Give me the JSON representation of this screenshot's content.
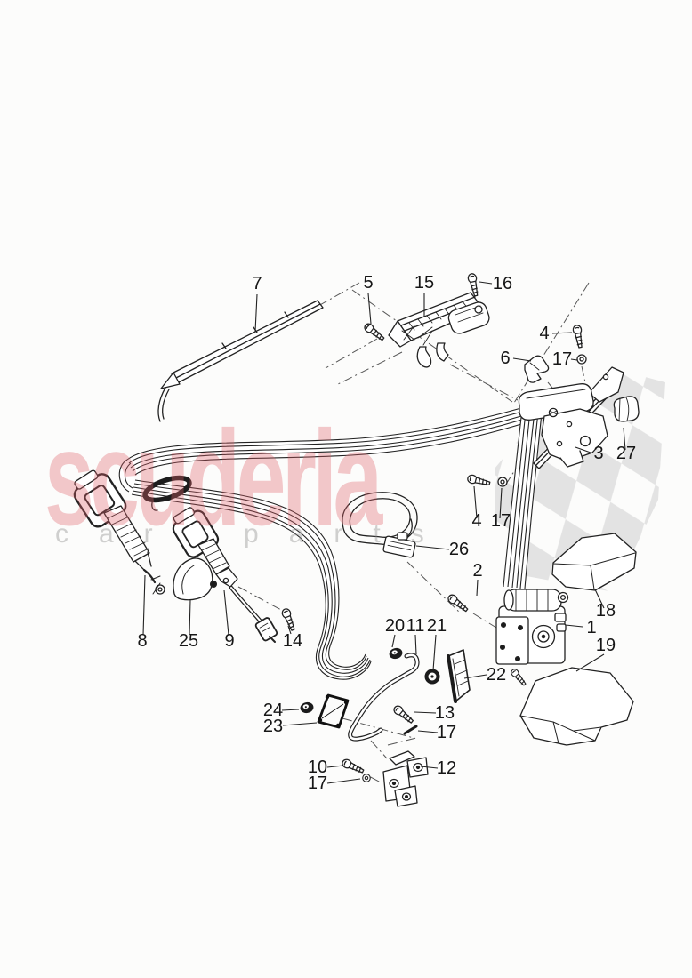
{
  "page": {
    "background": "#fcfcfb"
  },
  "watermark": {
    "brand_text": "scuderia",
    "tagline_text": "car parts",
    "brand_color": "#efb3b8",
    "tagline_color": "#d9d9d9",
    "flag_color": "#e3e3e3"
  },
  "callouts": [
    {
      "text": "7"
    },
    {
      "text": "5"
    },
    {
      "text": "15"
    },
    {
      "text": "16"
    },
    {
      "text": "4"
    },
    {
      "text": "6"
    },
    {
      "text": "17"
    },
    {
      "text": "3"
    },
    {
      "text": "27"
    },
    {
      "text": "4"
    },
    {
      "text": "17"
    },
    {
      "text": "26"
    },
    {
      "text": "2"
    },
    {
      "text": "18"
    },
    {
      "text": "1"
    },
    {
      "text": "19"
    },
    {
      "text": "8"
    },
    {
      "text": "25"
    },
    {
      "text": "9"
    },
    {
      "text": "14"
    },
    {
      "text": "20"
    },
    {
      "text": "11"
    },
    {
      "text": "21"
    },
    {
      "text": "22"
    },
    {
      "text": "24"
    },
    {
      "text": "23"
    },
    {
      "text": "13"
    },
    {
      "text": "17"
    },
    {
      "text": "10"
    },
    {
      "text": "17"
    },
    {
      "text": "12"
    }
  ]
}
